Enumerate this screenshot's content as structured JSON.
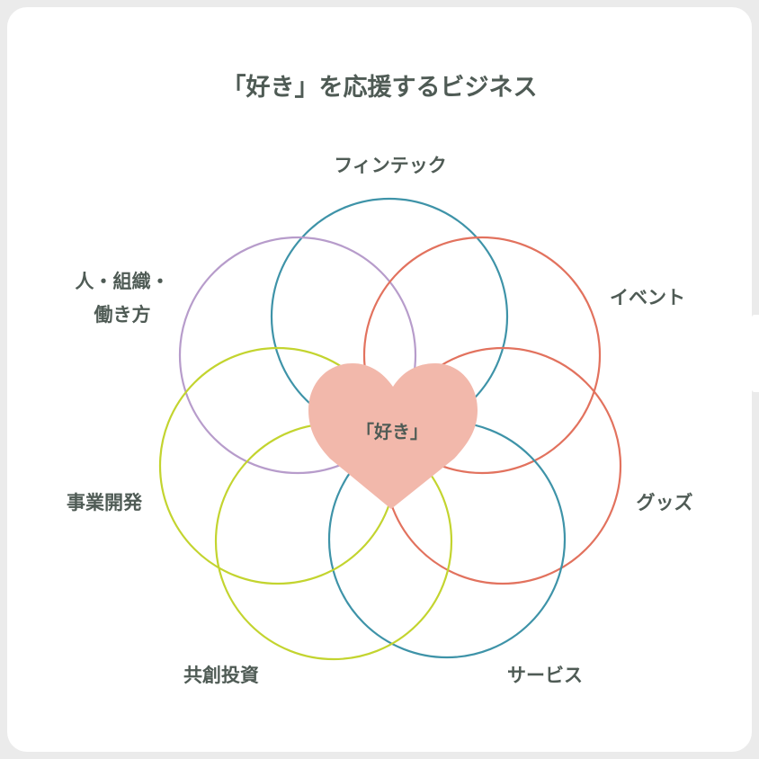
{
  "title": "「好き」を応援するビジネス",
  "center": {
    "label": "「好き」",
    "shape": "heart",
    "color": "#f2b8ab"
  },
  "colors": {
    "text": "#4f5b55",
    "background": "#ffffff",
    "frame": "#ebebeb",
    "teal": "#3e93a8",
    "purple": "#b79ccb",
    "coral": "#e2725e",
    "lime": "#c3d42f",
    "heart": "#f2b8ab"
  },
  "circles": [
    {
      "id": "fintech",
      "label": "フィンテック",
      "color": "#3e93a8"
    },
    {
      "id": "event",
      "label": "イベント",
      "color": "#e2725e"
    },
    {
      "id": "goods",
      "label": "グッズ",
      "color": "#e2725e"
    },
    {
      "id": "service",
      "label": "サービス",
      "color": "#3e93a8"
    },
    {
      "id": "co-investment",
      "label": "共創投資",
      "color": "#c3d42f"
    },
    {
      "id": "business-development",
      "label": "事業開発",
      "color": "#c3d42f"
    },
    {
      "id": "people-org-workstyle",
      "label_line1": "人・組織・",
      "label_line2": "働き方",
      "color": "#b79ccb"
    }
  ]
}
